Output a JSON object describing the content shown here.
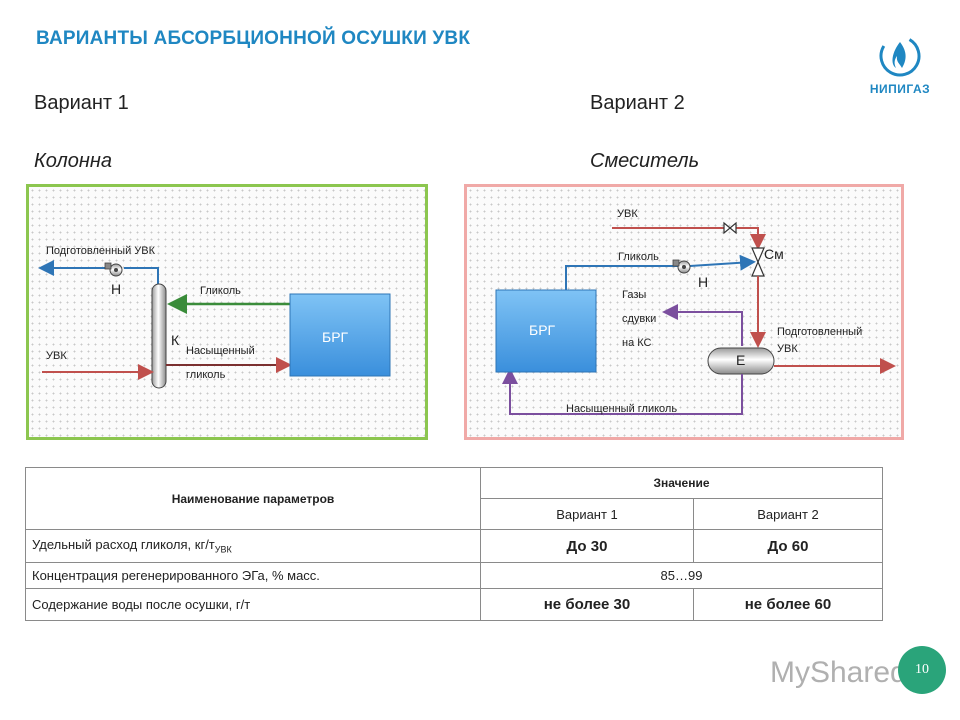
{
  "title": "ВАРИАНТЫ АБСОРБЦИОННОЙ ОСУШКИ УВК",
  "logo": {
    "text": "НИПИГАЗ",
    "icon": "flame-icon",
    "color": "#1f87c2"
  },
  "variant1": {
    "heading": "Вариант 1",
    "subtitle": "Колонна",
    "labels": {
      "treated_gas": "Подготовленный УВК",
      "pump": "Н",
      "glycol": "Гликоль",
      "column": "К",
      "feed_gas": "УВК",
      "saturated_1": "Насыщенный",
      "saturated_2": "гликоль",
      "regen_unit": "БРГ"
    },
    "border_color": "#8cc64f"
  },
  "variant2": {
    "heading": "Вариант 2",
    "subtitle": "Смеситель",
    "labels": {
      "feed_gas": "УВК",
      "mixer": "См",
      "glycol": "Гликоль",
      "pump": "Н",
      "gases_1": "Газы",
      "gases_2": "сдувки",
      "gases_3": "на КС",
      "regen_unit": "БРГ",
      "treated_1": "Подготовленный",
      "treated_2": "УВК",
      "separator": "Е",
      "saturated": "Насыщенный гликоль"
    },
    "border_color": "#f0a9a7"
  },
  "table": {
    "header_param": "Наименование параметров",
    "header_value": "Значение",
    "sub_variant1": "Вариант 1",
    "sub_variant2": "Вариант 2",
    "rows": [
      {
        "name": "Удельный расход гликоля, кг/т",
        "name_sub": "УВК",
        "v1": "До 30",
        "v2": "До 60"
      },
      {
        "name": "Концентрация регенерированного ЭГа, % масс.",
        "merged": "85…99"
      },
      {
        "name": "Содержание воды после осушки, г/т",
        "v1": "не более 30",
        "v2": "не более 60"
      }
    ]
  },
  "page_number": "10",
  "watermark": "MyShared"
}
